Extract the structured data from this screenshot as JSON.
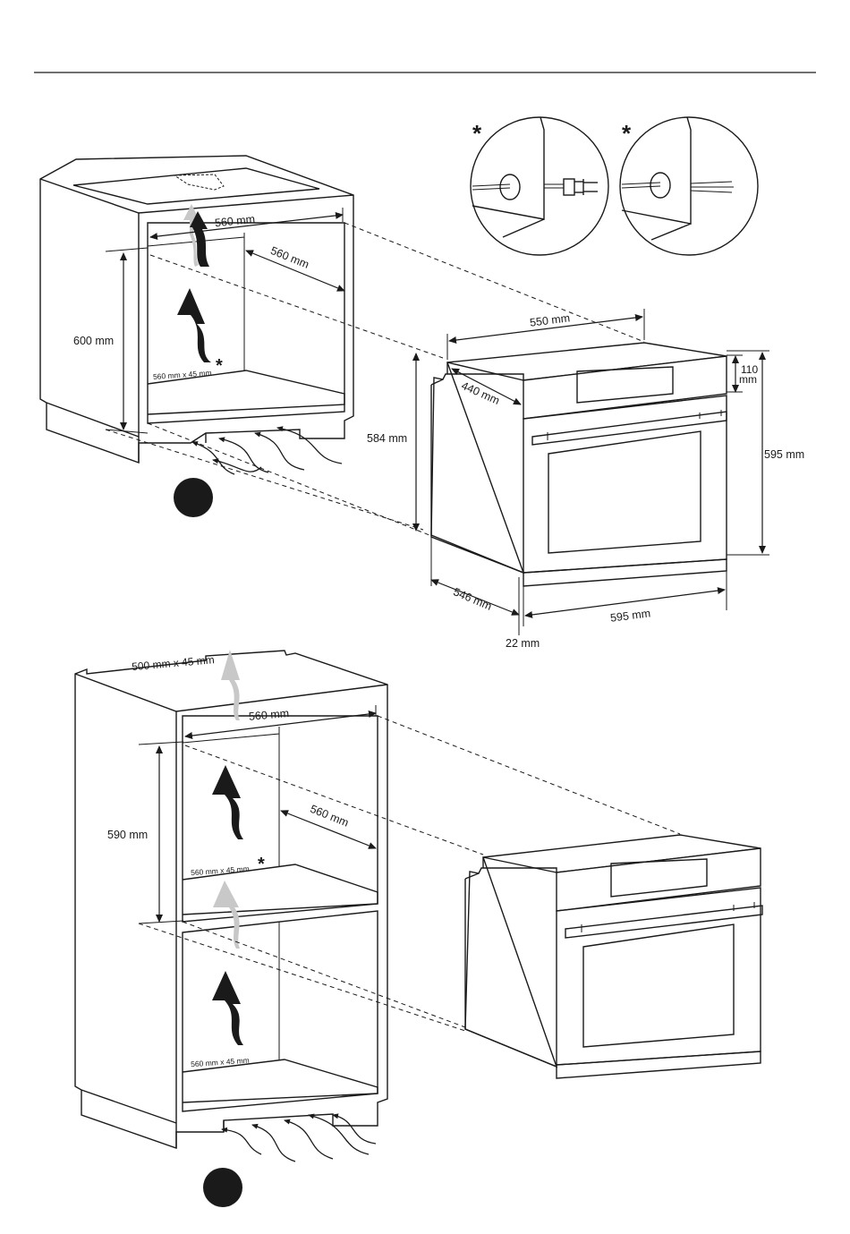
{
  "colors": {
    "line": "#1a1a1a",
    "arrow_dark": "#1a1a1a",
    "arrow_light": "#c8c8c8",
    "marker": "#1a1a1a",
    "background": "#ffffff"
  },
  "installation_under_counter": {
    "cabinet_inner_width": "560 mm",
    "cabinet_inner_depth": "560 mm",
    "cabinet_inner_height": "600 mm",
    "vent_opening": "560 mm x 45 mm",
    "asterisk": "*"
  },
  "oven_dimensions": {
    "top_width": "550 mm",
    "top_depth": "440 mm",
    "body_height": "584 mm",
    "panel_height_value": "110",
    "panel_height_unit": "mm",
    "front_height": "595 mm",
    "side_depth": "546 mm",
    "front_width": "595 mm",
    "door_thickness": "22 mm"
  },
  "connection_details": {
    "left_marker": "*",
    "right_marker": "*",
    "left_icon": "plug-icon",
    "right_icon": "bare-wires-icon"
  },
  "installation_column": {
    "top_vent_opening": "500 mm x 45 mm",
    "cabinet_inner_width": "560 mm",
    "cabinet_inner_depth": "560 mm",
    "cabinet_inner_height": "590 mm",
    "vent_opening_upper": "560 mm x 45 mm",
    "vent_opening_lower": "560 mm x 45 mm",
    "asterisk": "*"
  }
}
